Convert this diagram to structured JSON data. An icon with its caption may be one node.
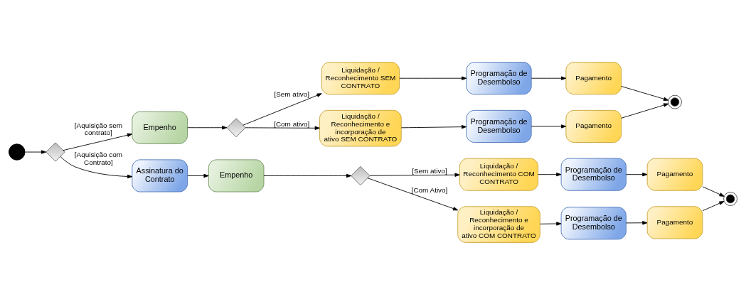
{
  "diagram": {
    "nodes": [
      {
        "text": [],
        "shape": "circle"
      },
      {
        "text": [],
        "shape": "diamond"
      },
      {
        "text": [
          "Empenho"
        ]
      },
      {
        "text": [],
        "shape": "diamond"
      },
      {
        "text": [
          "Liquidação / Reconhecimento SEM CONTRATO"
        ]
      },
      {
        "text": [
          "Programação de Desembolso"
        ]
      },
      {
        "text": [
          "Pagamento"
        ]
      },
      {
        "text": [
          "Liquidação / Reconhecimento e incorporação de ativo SEM CONTRATO"
        ]
      },
      {
        "text": [
          "Programação de Desembolso"
        ]
      },
      {
        "text": [
          "Pagamento"
        ]
      },
      {
        "text": [],
        "shape": "circle"
      },
      {
        "text": [
          "Assinatura do Contrato"
        ]
      },
      {
        "text": [
          "Empenho"
        ]
      },
      {
        "text": [],
        "shape": "diamond"
      },
      {
        "text": [
          "Liquidação / Reconhecimento COM CONTRATO"
        ]
      },
      {
        "text": [
          "Programação de Desembolso"
        ]
      },
      {
        "text": [
          "Pagamento"
        ]
      },
      {
        "text": [
          "Liquidação / Reconhecimento e incorporação de ativo COM CONTRATO"
        ]
      },
      {
        "text": [
          "Programação de Desembolso"
        ]
      },
      {
        "text": [
          "Pagamento"
        ]
      },
      {
        "text": [],
        "shape": "circle"
      }
    ],
    "edges": [
      {
        "from": 0,
        "to": 1,
        "arrow": "to"
      },
      {
        "from": 1,
        "to": 2,
        "arrow": "to",
        "label": "[Aquisição sem contrato]"
      },
      {
        "from": 1,
        "to": 11,
        "arrow": "to",
        "label": "[Aquisição com Contrato]"
      },
      {
        "from": 2,
        "to": 3,
        "arrow": "to"
      },
      {
        "from": 3,
        "to": 4,
        "arrow": "to",
        "label": "[Sem ativo]"
      },
      {
        "from": 3,
        "to": 7,
        "arrow": "to",
        "label": "[Com ativo]"
      },
      {
        "from": 4,
        "to": 5,
        "arrow": "to"
      },
      {
        "from": 5,
        "to": 6,
        "arrow": "to"
      },
      {
        "from": 6,
        "to": 10,
        "arrow": "to"
      },
      {
        "from": 7,
        "to": 8,
        "arrow": "to"
      },
      {
        "from": 8,
        "to": 9,
        "arrow": "to"
      },
      {
        "from": 9,
        "to": 10,
        "arrow": "to"
      },
      {
        "from": 11,
        "to": 12,
        "arrow": "to"
      },
      {
        "from": 12,
        "to": 13,
        "arrow": "to"
      },
      {
        "from": 13,
        "to": 14,
        "arrow": "to",
        "label": "[Sem ativo]"
      },
      {
        "from": 13,
        "to": 17,
        "arrow": "to",
        "label": "[Com Ativo]"
      },
      {
        "from": 14,
        "to": 15,
        "arrow": "to"
      },
      {
        "from": 15,
        "to": 16,
        "arrow": "to"
      },
      {
        "from": 16,
        "to": 20,
        "arrow": "to"
      },
      {
        "from": 17,
        "to": 18,
        "arrow": "to"
      },
      {
        "from": 18,
        "to": 19,
        "arrow": "to"
      },
      {
        "from": 19,
        "to": 20,
        "arrow": "to"
      }
    ]
  }
}
